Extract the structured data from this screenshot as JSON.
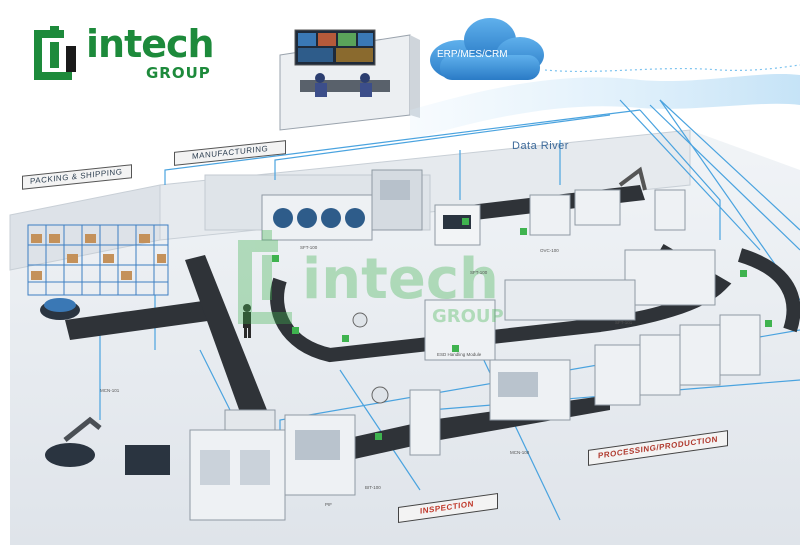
{
  "logo": {
    "word": "intech",
    "sub": "GROUP",
    "colors": {
      "green": "#1d8a3b",
      "dark": "#1a1a1a"
    }
  },
  "watermark": {
    "word": "intech",
    "sub": "GROUP"
  },
  "cloud": {
    "label": "ERP/MES/CRM",
    "color": "#3e8fd6"
  },
  "data_river": {
    "label": "Data River",
    "color": "#5aaee8"
  },
  "zones": {
    "packing": "PACKING & SHIPPING",
    "manufacturing": "MANUFACTURING",
    "processing": "PROCESSING/PRODUCTION",
    "inspection": "INSPECTION"
  },
  "machine_labels": [
    "ESD Handling Module",
    "SFT-100",
    "OVC-100",
    "MCN-101",
    "SFT-100",
    "MCN-108",
    "SFT-101",
    "BIT-100",
    "PIF"
  ],
  "colors": {
    "floor": "#e9edf1",
    "conveyor": "#2f3338",
    "machine": "#eef1f4",
    "accent_green": "#3fb34f",
    "wire": "#4aa3df"
  }
}
